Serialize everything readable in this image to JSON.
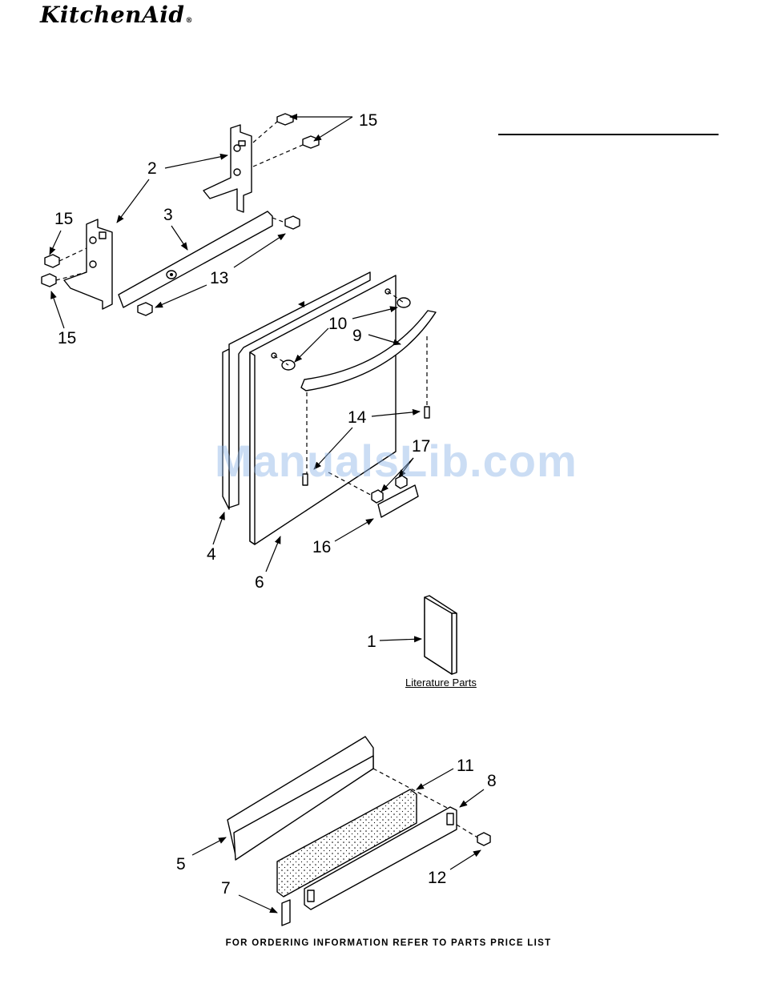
{
  "brand": {
    "logo_text": "KitchenAid",
    "registered_mark": "®"
  },
  "watermark": "ManualsLib.com",
  "literature_label": "Literature Parts",
  "footer_note": "FOR ORDERING INFORMATION REFER TO PARTS PRICE LIST",
  "callouts": {
    "c15a": "15",
    "c2": "2",
    "c15b": "15",
    "c3": "3",
    "c13": "13",
    "c15c": "15",
    "c10": "10",
    "c9": "9",
    "c14": "14",
    "c17": "17",
    "c4": "4",
    "c16": "16",
    "c6": "6",
    "c1": "1",
    "c11": "11",
    "c8": "8",
    "c5": "5",
    "c12": "12",
    "c7": "7"
  }
}
